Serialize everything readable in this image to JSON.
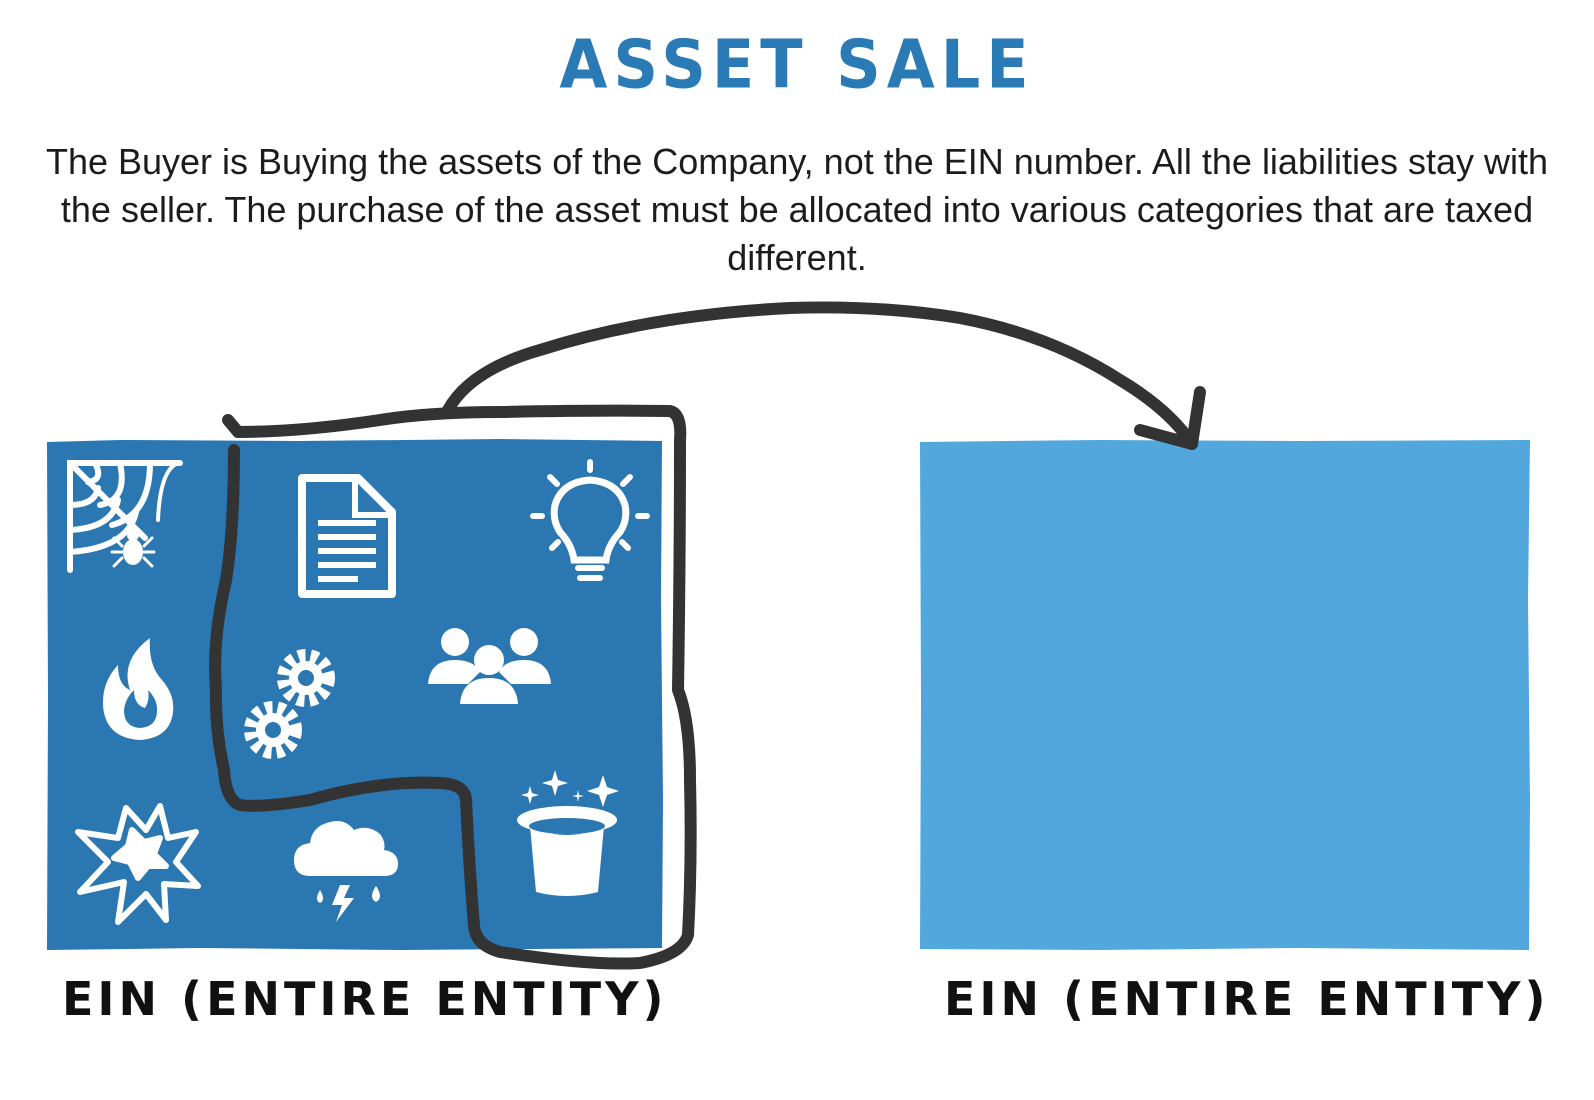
{
  "title": "ASSET SALE",
  "description": "The Buyer is Buying the assets of the Company, not the EIN number. All the liabilities stay with the seller. The purchase of the asset must be allocated into various categories that are taxed different.",
  "left_box": {
    "label": "EIN (ENTIRE ENTITY)",
    "icons": [
      "spider-web-icon",
      "document-icon",
      "lightbulb-icon",
      "fire-icon",
      "gears-icon",
      "people-group-icon",
      "explosion-icon",
      "storm-cloud-icon",
      "magic-hat-icon"
    ]
  },
  "right_box": {
    "label": "EIN (ENTIRE ENTITY)"
  },
  "colors": {
    "title": "#2a7ab6",
    "left_box": "#2a77b2",
    "right_box": "#52a8dc",
    "outline": "#333333",
    "icon": "#ffffff"
  }
}
